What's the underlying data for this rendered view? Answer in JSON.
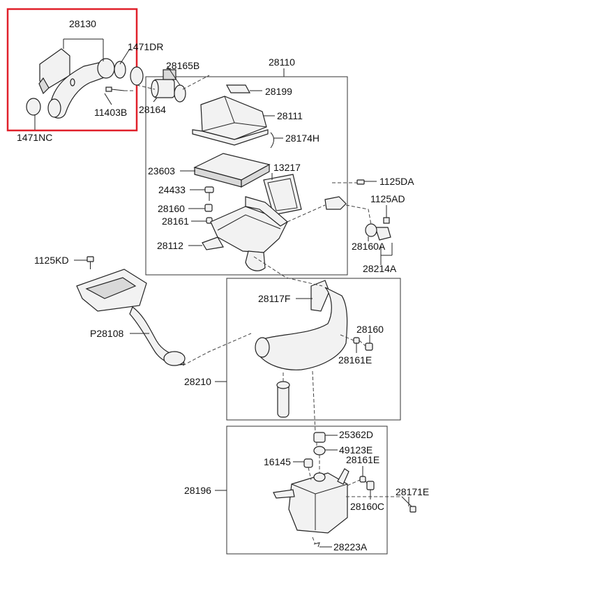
{
  "labels": {
    "p28130": "28130",
    "p1471DR": "1471DR",
    "p28165B": "28165B",
    "p28110": "28110",
    "p28199": "28199",
    "p28111": "28111",
    "p28174H": "28174H",
    "p1471NC": "1471NC",
    "p11403B": "11403B",
    "p28164": "28164",
    "p23603": "23603",
    "p13217": "13217",
    "p1125DA": "1125DA",
    "p24433": "24433",
    "p1125AD": "1125AD",
    "p28160_top": "28160",
    "p28161_top": "28161",
    "p28112": "28112",
    "p28160A": "28160A",
    "p28214A": "28214A",
    "p1125KD": "1125KD",
    "p28117F": "28117F",
    "p28160_mid": "28160",
    "pP28108": "P28108",
    "p28161E_mid": "28161E",
    "p28210": "28210",
    "p25362D": "25362D",
    "p49123E": "49123E",
    "p16145": "16145",
    "p28161E_bot": "28161E",
    "p28196": "28196",
    "p28171E": "28171E",
    "p28160C": "28160C",
    "p28223A": "28223A"
  },
  "colors": {
    "highlight": "#e0202a",
    "line": "#222222"
  }
}
